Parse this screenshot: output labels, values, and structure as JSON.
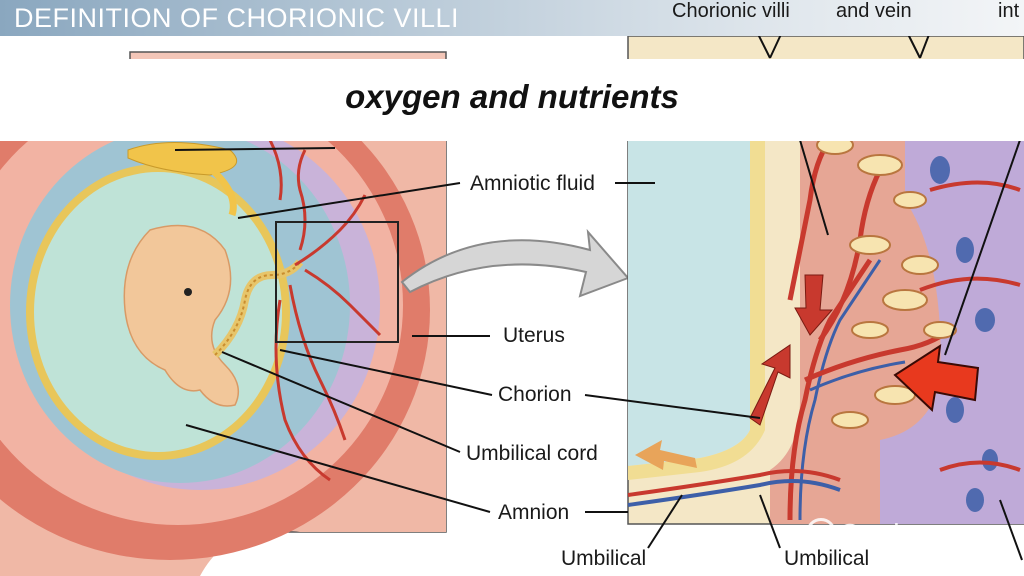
{
  "title": "DEFINITION OF CHORIONIC VILLI",
  "banner": "oxygen and nutrients",
  "labels": {
    "top_chorionic_villi": "Chorionic villi",
    "top_and_vein": "and vein",
    "top_int": "int",
    "amniotic_fluid": "Amniotic fluid",
    "uterus": "Uterus",
    "chorion": "Chorion",
    "umbilical_cord": "Umbilical cord",
    "amnion": "Amnion",
    "bottom_umbilical_1": "Umbilical",
    "bottom_umbilical_2": "Umbilical"
  },
  "watermark": "Study.com",
  "colors": {
    "uterus": "#e8a08f",
    "chorion_purple": "#c9b3d9",
    "amniotic": "#cde9df",
    "fluid_panel": "#c8e4e6",
    "artery": "#c8392e",
    "vein": "#3d5fa8",
    "embryo": "#f2c79a",
    "arrow_red": "#e8391e"
  }
}
